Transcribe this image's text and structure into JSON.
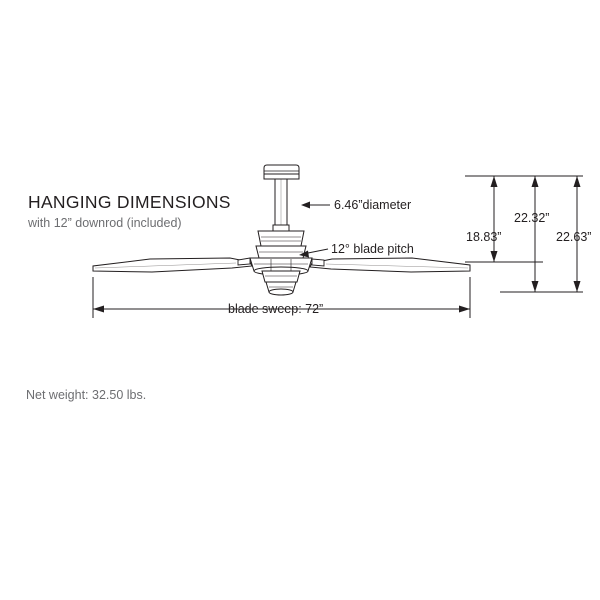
{
  "diagram": {
    "title": "HANGING DIMENSIONS",
    "subtitle": "with 12” downrod (included)",
    "weight_note": "Net weight: 32.50 lbs.",
    "labels": {
      "diameter": "6.46”diameter",
      "blade_pitch": "12° blade pitch",
      "blade_sweep": "blade sweep: 72”",
      "height_inner": "18.83”",
      "height_middle": "22.32”",
      "height_outer": "22.63”"
    },
    "colors": {
      "line": "#231f20",
      "text": "#231f20",
      "muted_text": "#6d6e71",
      "background": "#ffffff"
    }
  }
}
